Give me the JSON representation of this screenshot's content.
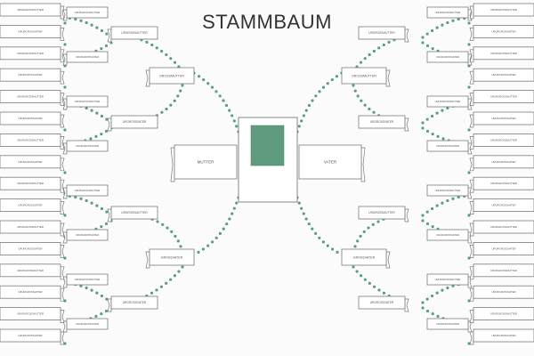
{
  "page": {
    "title": "STAMMBAUM"
  },
  "labels": {
    "mother": "MUTTER",
    "father": "VATER",
    "grandmother": "GROSSMUTTER",
    "grandfather": "GROSSVATER",
    "great_grandmother": "URGROSSMUTTER",
    "great_grandfather": "URGROSSVATER",
    "great_great_grandmother": "URURGROSSMUTTER",
    "great_great_grandfather": "URURGROSSVATER"
  },
  "colors": {
    "dots": "#5a9e83",
    "photo": "#5f9b7e",
    "frame_stroke": "#7a7a7a",
    "ribbon_fill": "#ffffff",
    "text": "#555555"
  }
}
